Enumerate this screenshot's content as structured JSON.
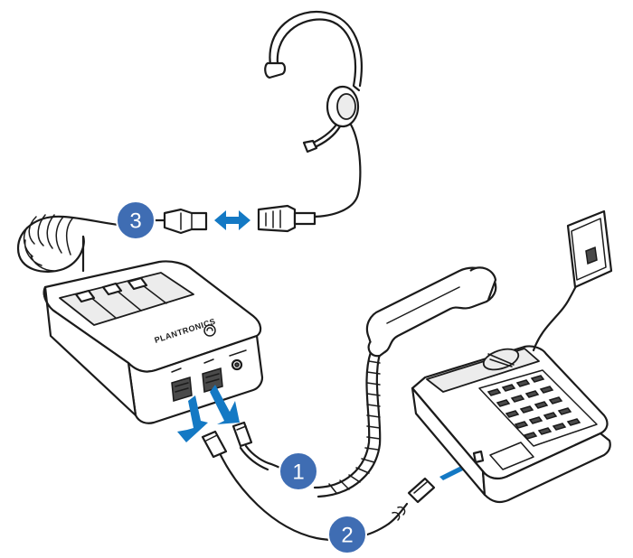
{
  "brand_label": "PLANTRONICS",
  "device_sublabel": "",
  "steps": [
    {
      "number": "1"
    },
    {
      "number": "2"
    },
    {
      "number": "3"
    }
  ],
  "colors": {
    "badge_fill": "#3f6db3",
    "arrow": "#1479c4",
    "line": "#1b1b1b"
  },
  "icons": [
    "headset-icon",
    "amplifier-icon",
    "desk-phone-icon",
    "wall-jack-icon",
    "rj-plug-icon",
    "quick-disconnect-icon",
    "arrow-icon"
  ]
}
